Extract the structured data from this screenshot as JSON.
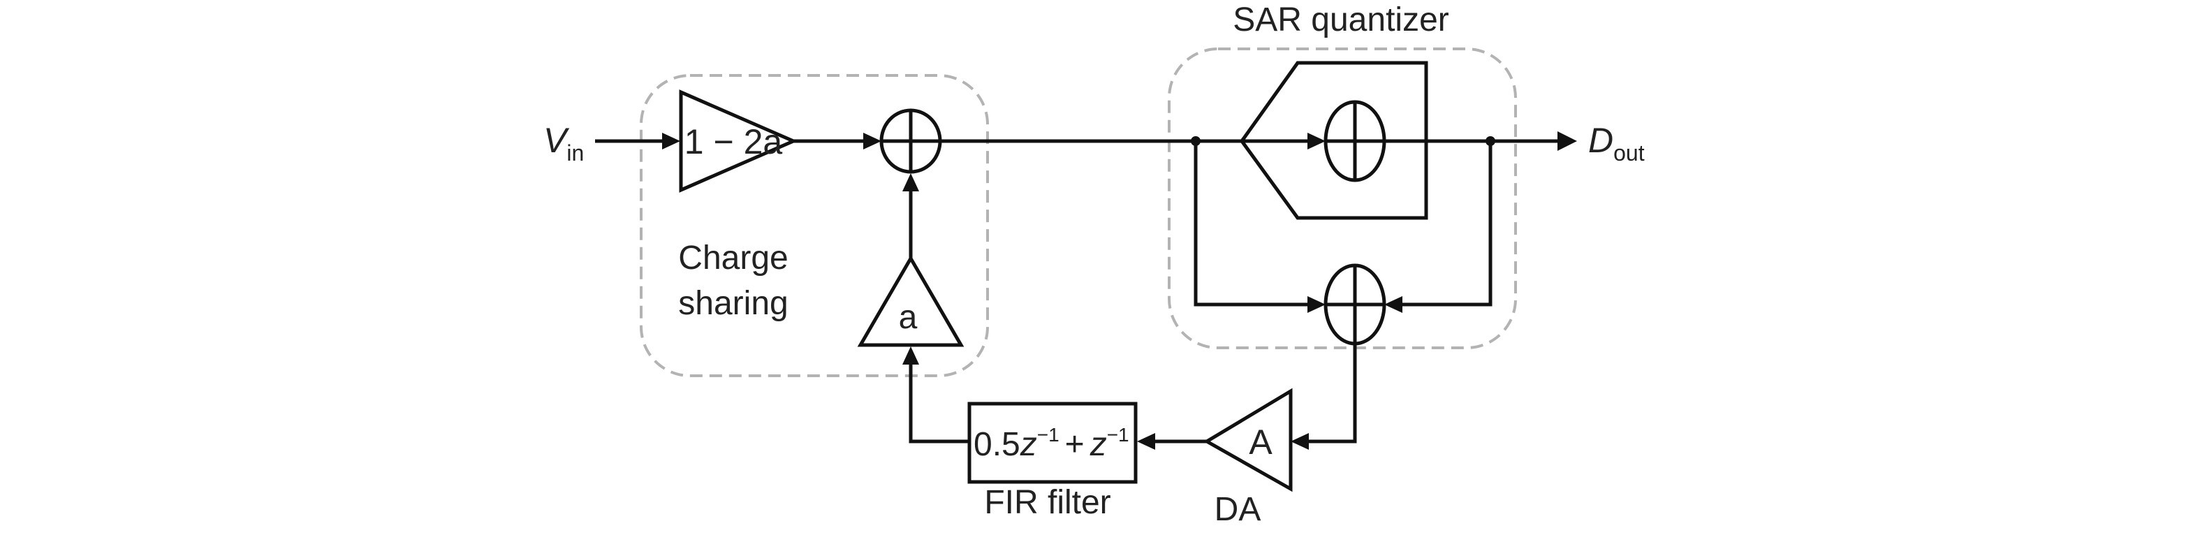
{
  "diagram": {
    "type": "block-diagram",
    "colors": {
      "line": "#111111",
      "group_border": "#b3b3b3",
      "text": "#222222",
      "background": "#ffffff"
    },
    "input": {
      "symbol": "V",
      "subscript": "in"
    },
    "output": {
      "symbol": "D",
      "subscript": "out"
    },
    "groups": {
      "charge_sharing": {
        "label_line1": "Charge",
        "label_line2": "sharing"
      },
      "sar_quantizer": {
        "label": "SAR quantizer"
      }
    },
    "blocks": {
      "gain_input": {
        "label": "1 − 2a"
      },
      "gain_feedback": {
        "label": "a"
      },
      "da_amp": {
        "label": "A",
        "caption": "DA"
      },
      "fir_filter": {
        "caption": "FIR filter",
        "term1_coef": "0.5",
        "term1_var": "z",
        "term1_exp": "−1",
        "op": "+",
        "term2_var": "z",
        "term2_exp": "−1"
      }
    },
    "summers": [
      "sum-input",
      "sum-quantizer",
      "sum-residue"
    ]
  }
}
